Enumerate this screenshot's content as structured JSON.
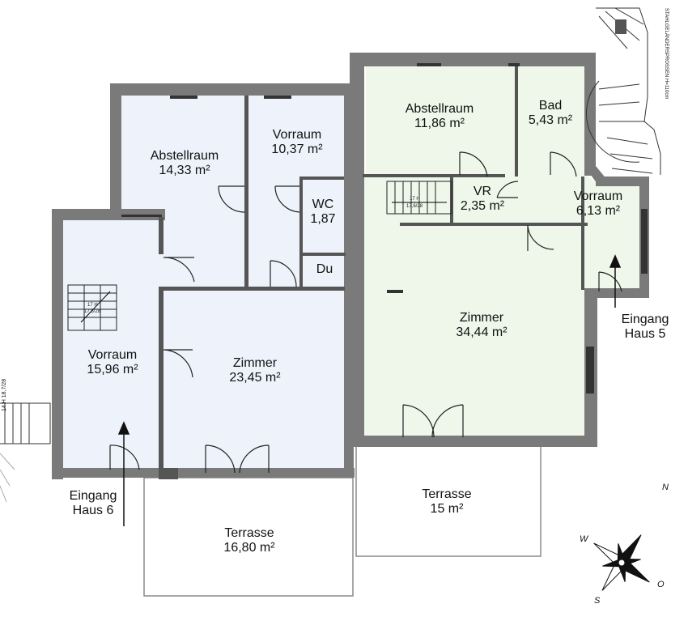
{
  "colors": {
    "wall": "#7a7a7a",
    "wall_dark": "#555555",
    "house6_floor": "#eef3fb",
    "house5_floor": "#eef7ea",
    "terrace_line": "#888888",
    "door": "#222222"
  },
  "house6": {
    "rooms": [
      {
        "id": "abstellraum",
        "name": "Abstellraum",
        "area": "14,33 m²"
      },
      {
        "id": "vorraum-top",
        "name": "Vorraum",
        "area": "10,37 m²"
      },
      {
        "id": "wc",
        "name": "WC",
        "area": "1,87"
      },
      {
        "id": "du",
        "name": "Du",
        "area": ""
      },
      {
        "id": "vorraum",
        "name": "Vorraum",
        "area": "15,96 m²"
      },
      {
        "id": "zimmer",
        "name": "Zimmer",
        "area": "23,45 m²"
      },
      {
        "id": "terrasse",
        "name": "Terrasse",
        "area": "16,80 m²"
      }
    ],
    "entrance": {
      "line1": "Eingang",
      "line2": "Haus 6"
    },
    "stair_label": "17 H\n17,5/28",
    "outer_stair_label": "14 H\n18,7/28"
  },
  "house5": {
    "rooms": [
      {
        "id": "abstellraum",
        "name": "Abstellraum",
        "area": "11,86 m²"
      },
      {
        "id": "bad",
        "name": "Bad",
        "area": "5,43 m²"
      },
      {
        "id": "vr",
        "name": "VR",
        "area": "2,35 m²"
      },
      {
        "id": "vorraum",
        "name": "Vorraum",
        "area": "6,13 m²"
      },
      {
        "id": "zimmer",
        "name": "Zimmer",
        "area": "34,44 m²"
      },
      {
        "id": "terrasse",
        "name": "Terrasse",
        "area": "15 m²"
      }
    ],
    "entrance": {
      "line1": "Eingang",
      "line2": "Haus 5"
    },
    "stair_label": "17 H\n17,6/28",
    "outer_stair_label": "STAHLGELÄNDERSPROSSEN H=110cm"
  },
  "compass": {
    "n": "N",
    "o": "O",
    "s": "S",
    "w": "W"
  }
}
